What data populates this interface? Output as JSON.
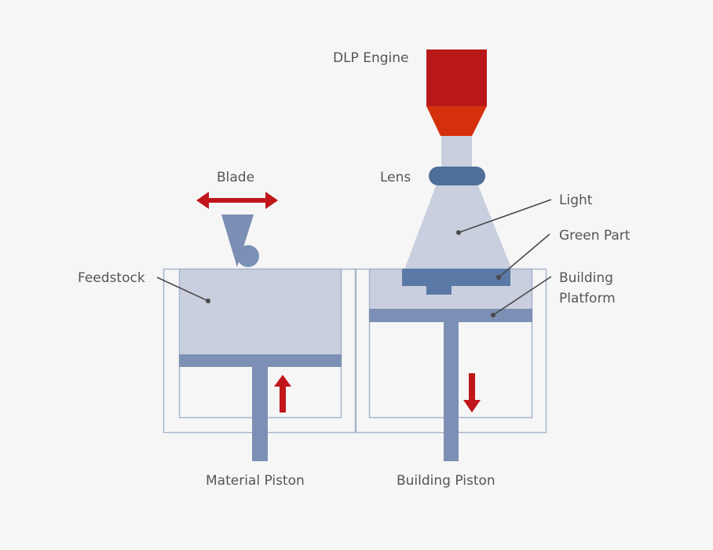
{
  "title": "DLP binder jetting / vat schematic",
  "labels": {
    "dlp_engine": "DLP Engine",
    "lens": "Lens",
    "blade": "Blade",
    "light": "Light",
    "green_part": "Green Part",
    "building_platform_line1": "Building",
    "building_platform_line2": "Platform",
    "feedstock": "Feedstock",
    "material_piston": "Material Piston",
    "building_piston": "Building Piston"
  },
  "colors": {
    "background": "#f6f6f6",
    "engine_dark_red": "#b81818",
    "engine_orange": "#d4300e",
    "light_fill": "#c9cfdf",
    "lens": "#4e6f98",
    "green_part": "#5a79a6",
    "piston": "#7b90b4",
    "frame_line": "#a7b5cb",
    "arrow_red": "#c0161b",
    "leader": "#4a4a4a",
    "text": "#555555"
  }
}
